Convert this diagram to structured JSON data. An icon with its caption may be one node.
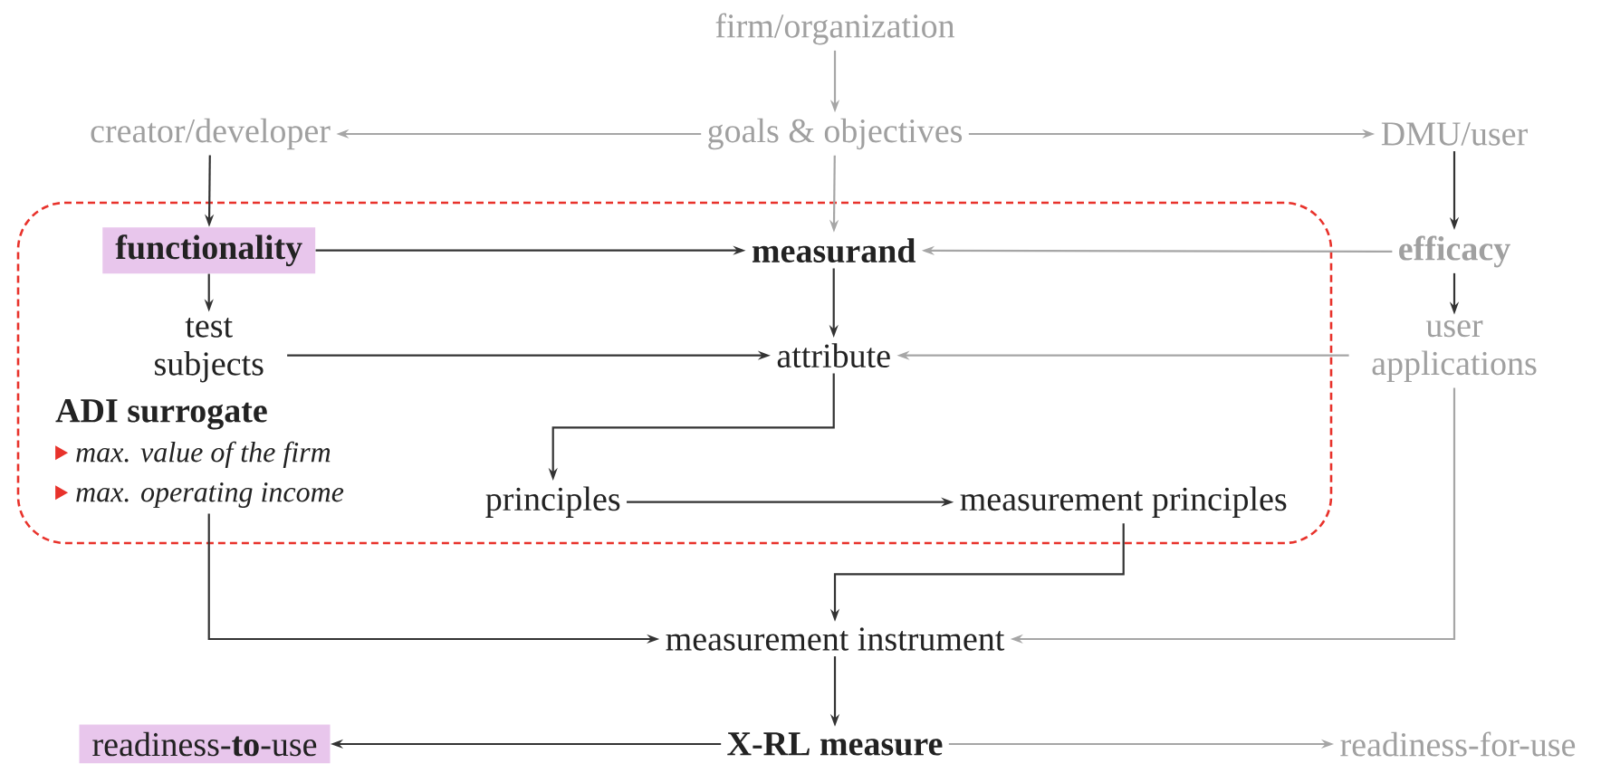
{
  "diagram": {
    "nodes": [
      {
        "text": [
          "firm/organization"
        ]
      },
      {
        "text": [
          "goals & objectives"
        ]
      },
      {
        "text": [
          "creator/developer"
        ]
      },
      {
        "text": [
          "DMU/user"
        ]
      },
      {
        "text": [],
        "shape": "box"
      },
      {
        "text": [
          "functionality"
        ],
        "in": 4
      },
      {
        "text": [
          "measurand"
        ],
        "in": 4
      },
      {
        "text": [
          "efficacy"
        ]
      },
      {
        "text": [
          "test subjects"
        ],
        "in": 4
      },
      {
        "text": [
          "attribute"
        ],
        "in": 4
      },
      {
        "text": [
          "user applications"
        ]
      },
      {
        "text": [
          "ADI surrogate",
          "max. value of the firm",
          "max. operating income"
        ],
        "in": 4
      },
      {
        "text": [
          "principles"
        ],
        "in": 4
      },
      {
        "text": [
          "measurement principles"
        ],
        "in": 4
      },
      {
        "text": [
          "measurement instrument"
        ]
      },
      {
        "text": [
          "readiness-**to**-use"
        ]
      },
      {
        "text": [
          "X-RL measure"
        ]
      },
      {
        "text": [
          "readiness-for-use"
        ]
      }
    ],
    "edges": [
      {
        "from": 0,
        "to": 1,
        "arrow": "to",
        "color": "#a6a6a6"
      },
      {
        "from": 1,
        "to": 2,
        "arrow": "to",
        "color": "#a6a6a6"
      },
      {
        "from": 1,
        "to": 3,
        "arrow": "to",
        "color": "#a6a6a6"
      },
      {
        "from": 1,
        "to": 6,
        "arrow": "to",
        "color": "#a6a6a6"
      },
      {
        "from": 2,
        "to": 5,
        "arrow": "to"
      },
      {
        "from": 3,
        "to": 7,
        "arrow": "to"
      },
      {
        "from": 5,
        "to": 6,
        "arrow": "to"
      },
      {
        "from": 7,
        "to": 6,
        "arrow": "to",
        "color": "#a6a6a6"
      },
      {
        "from": 5,
        "to": 8,
        "arrow": "to"
      },
      {
        "from": 6,
        "to": 9,
        "arrow": "to"
      },
      {
        "from": 7,
        "to": 10,
        "arrow": "to"
      },
      {
        "from": 8,
        "to": 9,
        "arrow": "to"
      },
      {
        "from": 10,
        "to": 9,
        "arrow": "to",
        "color": "#a6a6a6"
      },
      {
        "from": 9,
        "to": 12,
        "arrow": "to"
      },
      {
        "from": 12,
        "to": 13,
        "arrow": "to"
      },
      {
        "from": 13,
        "to": 14,
        "arrow": "to"
      },
      {
        "from": 11,
        "to": 14,
        "arrow": "to"
      },
      {
        "from": 10,
        "to": 14,
        "arrow": "to",
        "color": "#a6a6a6"
      },
      {
        "from": 14,
        "to": 16,
        "arrow": "to"
      },
      {
        "from": 16,
        "to": 15,
        "arrow": "to"
      },
      {
        "from": 16,
        "to": 17,
        "arrow": "to",
        "color": "#a6a6a6"
      }
    ]
  }
}
